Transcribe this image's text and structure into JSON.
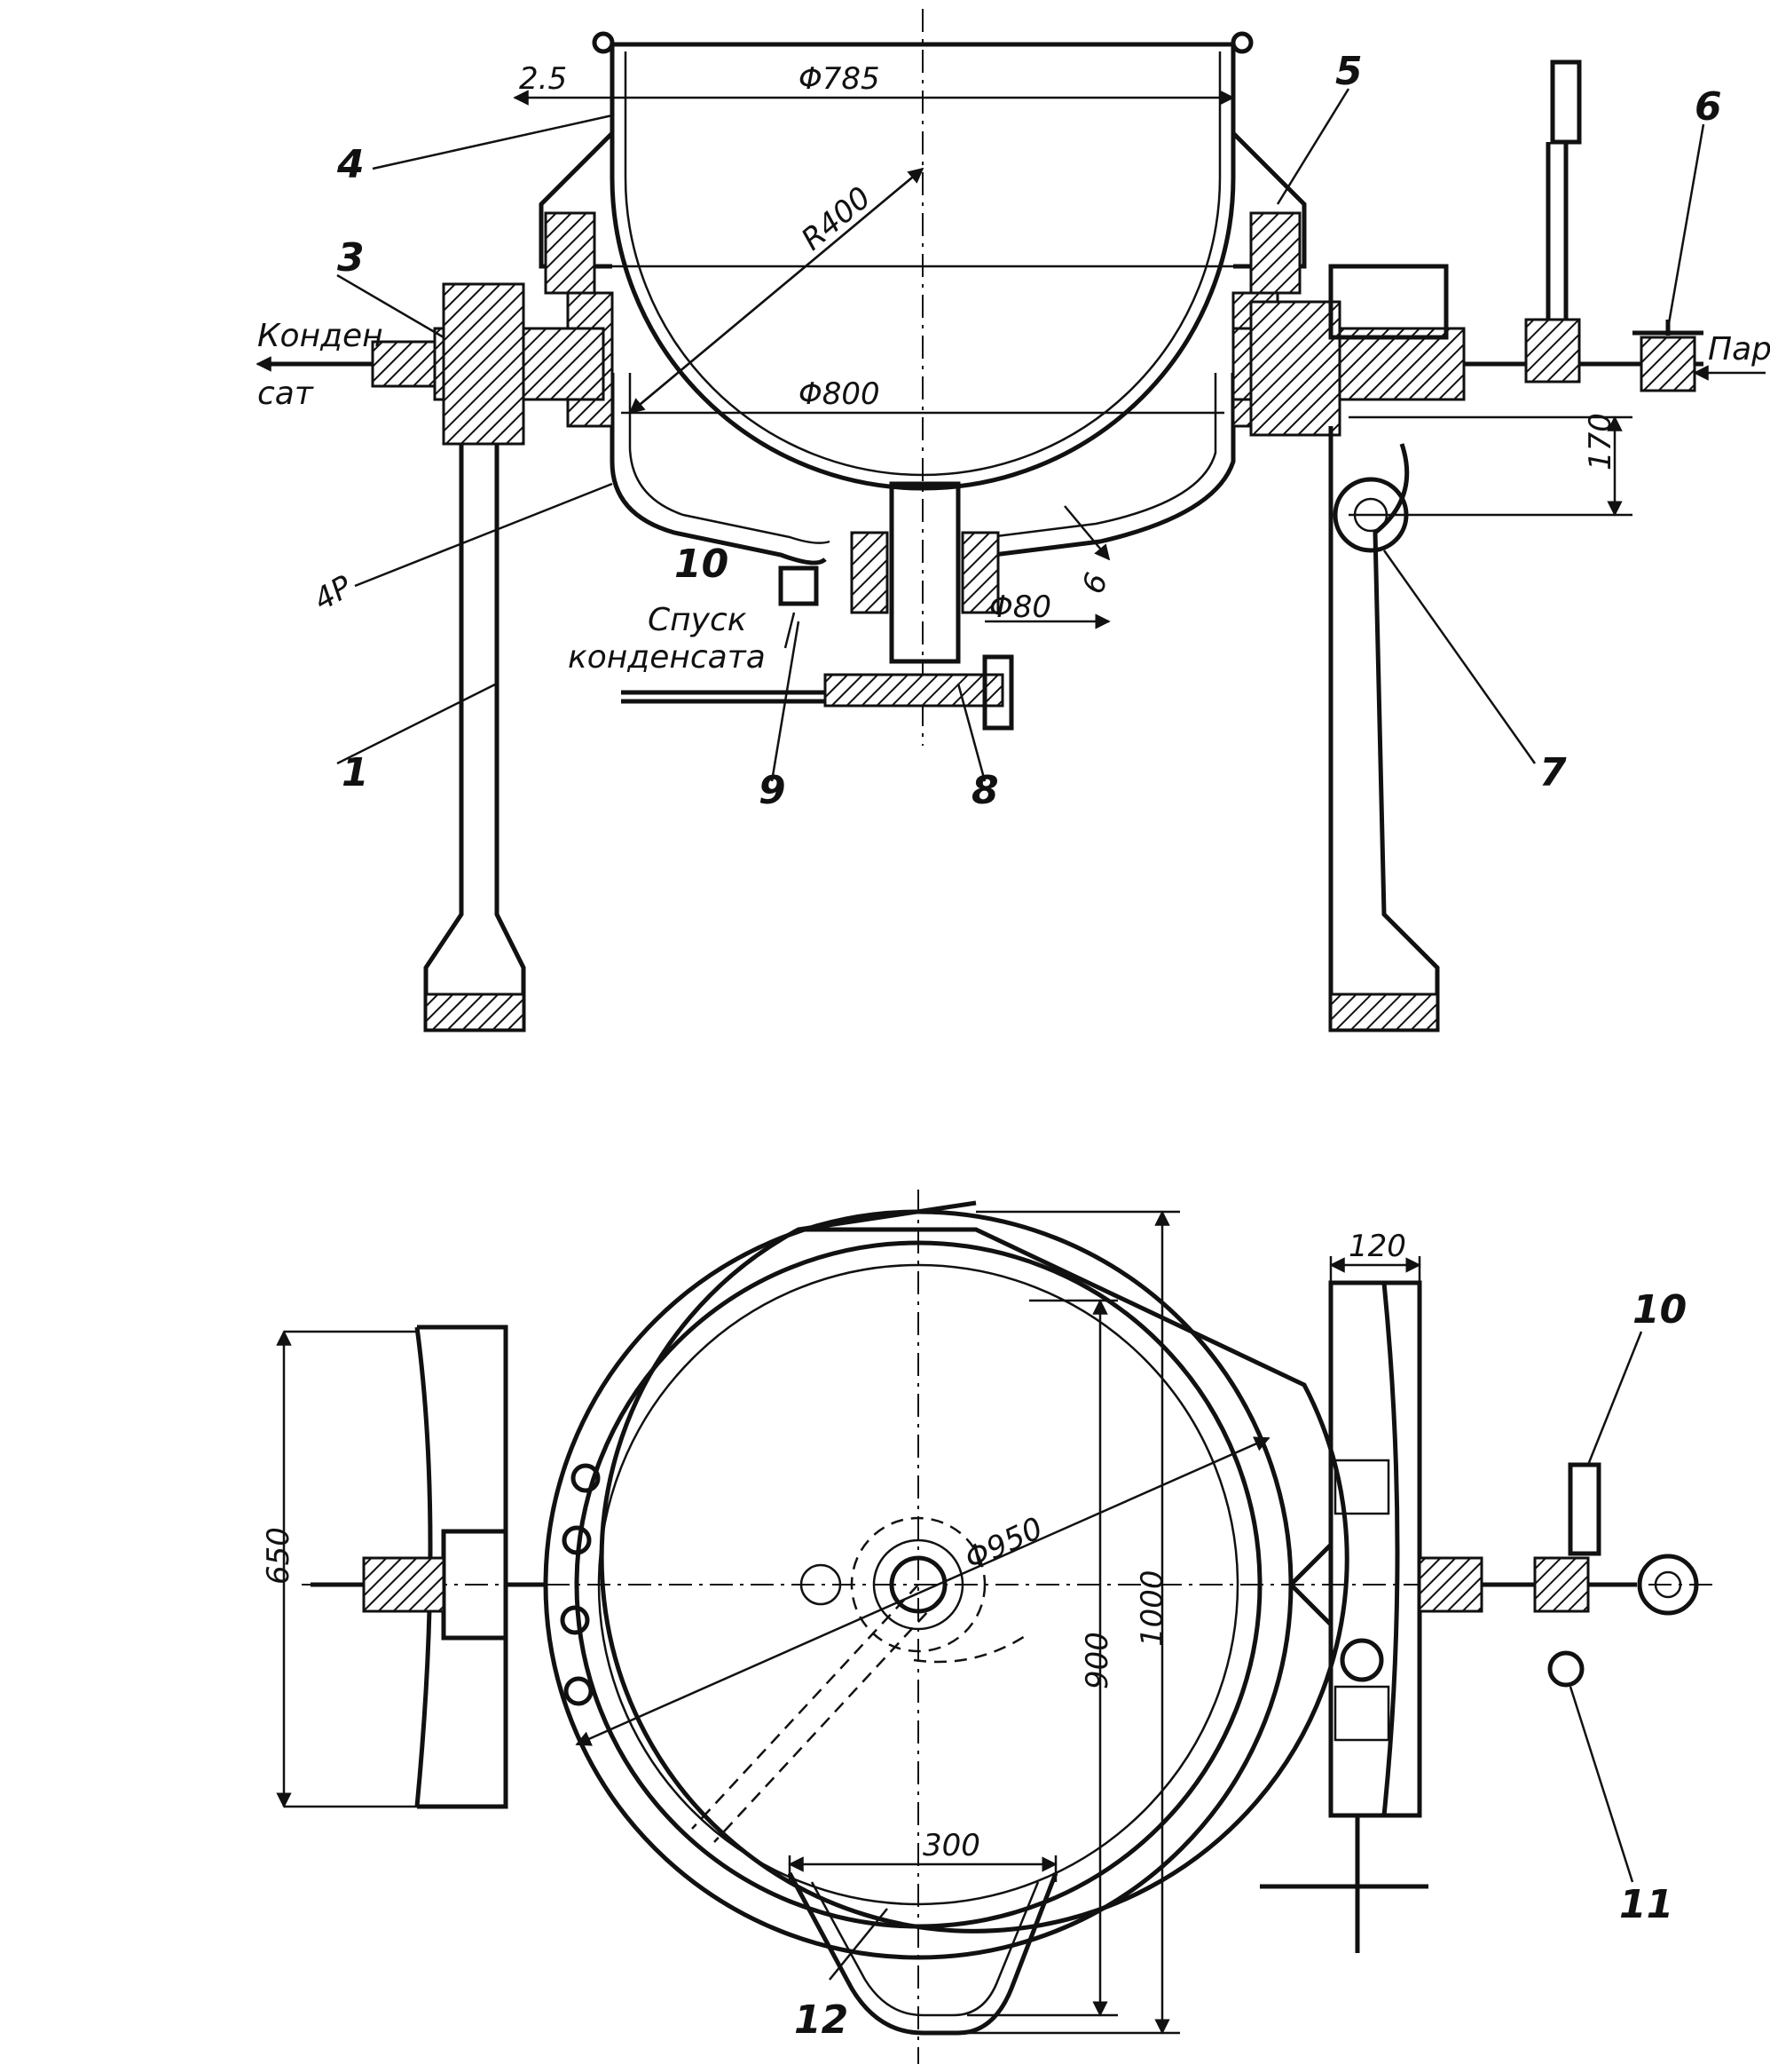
{
  "front_view": {
    "callouts": [
      "1",
      "3",
      "4",
      "5",
      "6",
      "7",
      "8",
      "9",
      "10"
    ],
    "dimensions": {
      "wall": "2.5",
      "rim_diameter": "Φ785",
      "radius": "R400",
      "jacket_diameter": "Φ800",
      "drain_diameter": "Φ80",
      "axle_height": "170",
      "jacket_gap": "6",
      "pressure_mark": "4P"
    },
    "text": {
      "condensate_out_line1": "Конден",
      "condensate_out_line2": "сат",
      "steam_in": "Пар",
      "drain_line1": "Спуск",
      "drain_line2": "конденсата"
    }
  },
  "top_view": {
    "callouts": [
      "10",
      "11",
      "12"
    ],
    "dimensions": {
      "outer_diameter": "Φ950",
      "handwheel_length": "650",
      "bracket_width": "120",
      "spout_width": "300",
      "inner_span": "900",
      "outer_span": "1000"
    }
  }
}
